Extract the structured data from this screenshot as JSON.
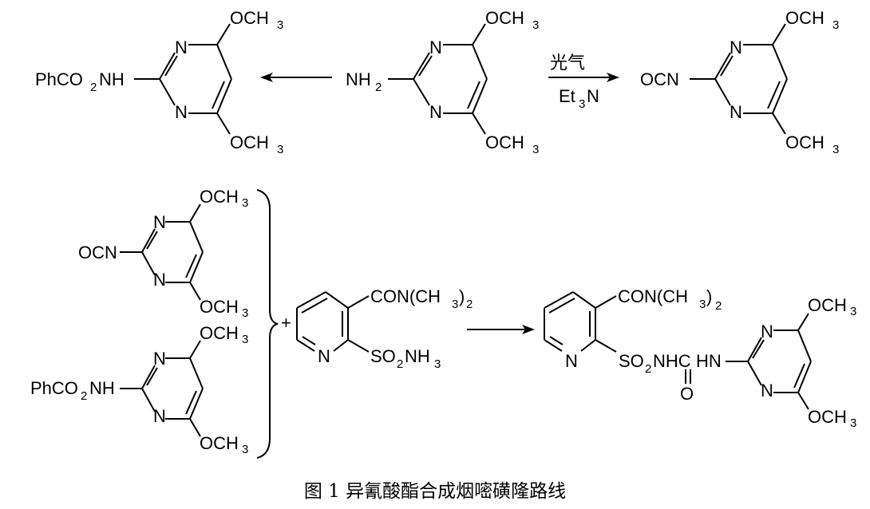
{
  "caption": "图 1 异氰酸酯合成烟嘧磺隆路线",
  "labels": {
    "n": "N",
    "och3": "OCH",
    "och3_sub": "3",
    "nh": "NH",
    "nh_sub": "2",
    "phco": "PhCO",
    "phco_sub": "2",
    "phco_nh": "NH",
    "ocn": "OCN",
    "o": "O",
    "reagent_top": "光气",
    "reagent_bottom_a": "Et",
    "reagent_bottom_sub": "3",
    "reagent_bottom_b": "N",
    "plus": "+",
    "con_a": "CON(CH",
    "con_sub": "3",
    "con_b": ")",
    "con_sub2": "2",
    "so2_a": "SO",
    "so2_sub": "2",
    "so2_nh3": "NH",
    "so2_nh3_sub": "3",
    "so2_nhc": "NHC",
    "hn": "HN"
  }
}
